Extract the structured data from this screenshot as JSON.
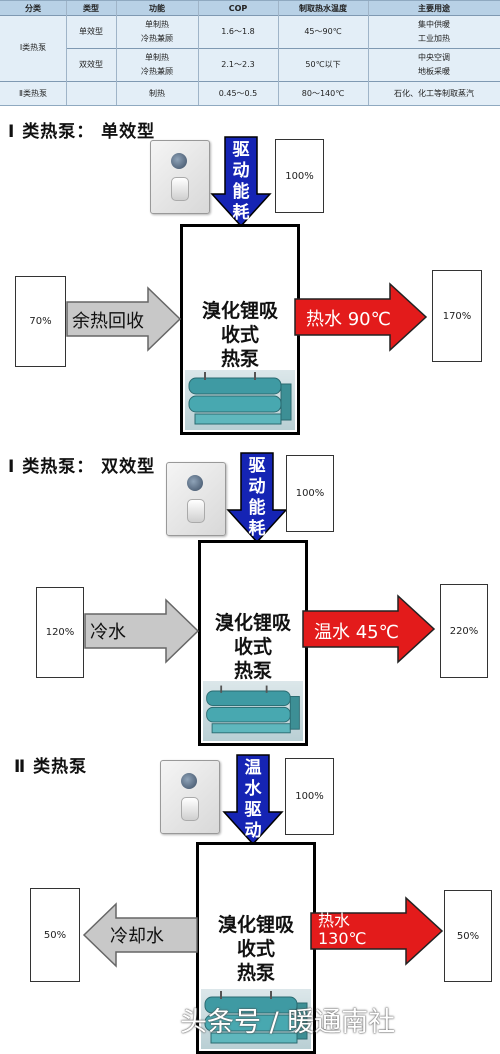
{
  "table": {
    "headers": [
      "分类",
      "类型",
      "功能",
      "COP",
      "制取热水温度",
      "主要用途"
    ],
    "rows": [
      {
        "category": "Ⅰ类热泵",
        "type": "单效型",
        "function": [
          "单制热",
          "冷热兼顾"
        ],
        "cop": "1.6～1.8",
        "temp": "45～90℃",
        "use": [
          "集中供暖",
          "工业加热"
        ]
      },
      {
        "category": "",
        "type": "双效型",
        "function": [
          "单制热",
          "冷热兼顾"
        ],
        "cop": "2.1～2.3",
        "temp": "50℃以下",
        "use": [
          "中央空调",
          "地板采暖"
        ]
      },
      {
        "category": "Ⅱ类热泵",
        "type": "",
        "function": [
          "制热"
        ],
        "cop": "0.45～0.5",
        "temp": "80～140℃",
        "use": [
          "石化、化工等制取蒸汽"
        ]
      }
    ]
  },
  "sections": [
    {
      "heading": "Ⅰ 类热泵：  单效型",
      "drive_text": [
        "驱",
        "动",
        "能",
        "耗"
      ],
      "drive_pct": "100%",
      "pump_label": [
        "溴化锂吸",
        "收式",
        "热泵"
      ],
      "in_pct": "70%",
      "in_label": "余热回收",
      "out_label": "热水  90℃",
      "out_pct": "170%",
      "out_direction": "right",
      "in_direction": "right"
    },
    {
      "heading": "Ⅰ 类热泵：  双效型",
      "drive_text": [
        "驱",
        "动",
        "能",
        "耗"
      ],
      "drive_pct": "100%",
      "pump_label": [
        "溴化锂吸",
        "收式",
        "热泵"
      ],
      "in_pct": "120%",
      "in_label": "冷水",
      "out_label": "温水  45℃",
      "out_pct": "220%",
      "out_direction": "right",
      "in_direction": "right"
    },
    {
      "heading": "Ⅱ  类热泵",
      "drive_text": [
        "温",
        "水",
        "驱",
        "动"
      ],
      "drive_pct": "100%",
      "pump_label": [
        "溴化锂吸",
        "收式",
        "热泵"
      ],
      "in_pct": "50%",
      "in_label": "冷却水",
      "out_label": [
        "热水",
        "130℃"
      ],
      "out_pct": "50%",
      "out_direction": "right",
      "in_direction": "left"
    }
  ],
  "watermark": "头条号 / 暖通南社",
  "colors": {
    "drive_blue": "#1524b4",
    "hot_red": "#e31b1b",
    "gray_arrow": "#c8c8c8",
    "table_header": "#b8d1e6",
    "table_body": "#e3eef7"
  }
}
